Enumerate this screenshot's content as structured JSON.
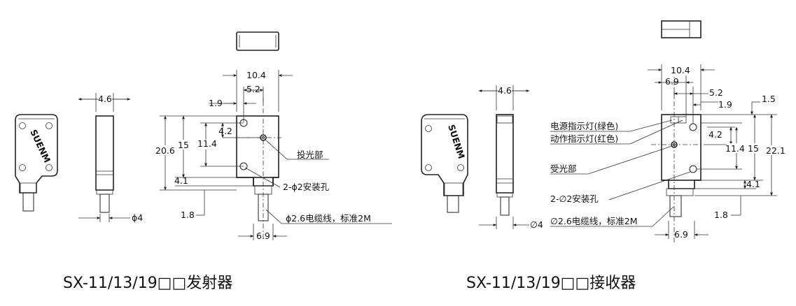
{
  "emitter": {
    "caption": "SX-11/13/19□□发射器",
    "top_width": "4.6",
    "cable_dia_side": "ϕ4",
    "dim_width_total": "10.4",
    "dim_half": "5.2",
    "dim_hole_from_top": "1.9",
    "dim_hole_gap": "4.2",
    "dim_height_total": "20.6",
    "dim_body_height": "15",
    "dim_hole_spacing": "11.4",
    "dim_bottom": "4.1",
    "dim_cable_offset": "1.8",
    "dim_neck_width": "6.9",
    "label_emitter": "投光部",
    "label_holes": "2-ϕ2安装孔",
    "label_cable": "ϕ2.6电缆线，标准2M",
    "logo": "SUENM"
  },
  "receiver": {
    "caption": "SX-11/13/19□□接收器",
    "top_width": "4.6",
    "cable_dia_side": "∅4",
    "dim_width_total": "10.4",
    "dim_led_offset": "6.9",
    "dim_half": "5.2",
    "dim_hole_from_top": "1.9",
    "dim_top_margin": "1.5",
    "dim_hole_gap": "4.2",
    "dim_hole_spacing": "11.4",
    "dim_body_height": "15",
    "dim_height_total": "22.1",
    "dim_bottom": "4.1",
    "dim_cable_offset": "1.8",
    "dim_neck_width": "6.9",
    "label_power_led": "电源指示灯(绿色)",
    "label_action_led": "动作指示灯(红色)",
    "label_receiver": "受光部",
    "label_holes": "2-∅2安装孔",
    "label_cable": "∅2.6电缆线，标准2M",
    "logo": "SUENM"
  }
}
